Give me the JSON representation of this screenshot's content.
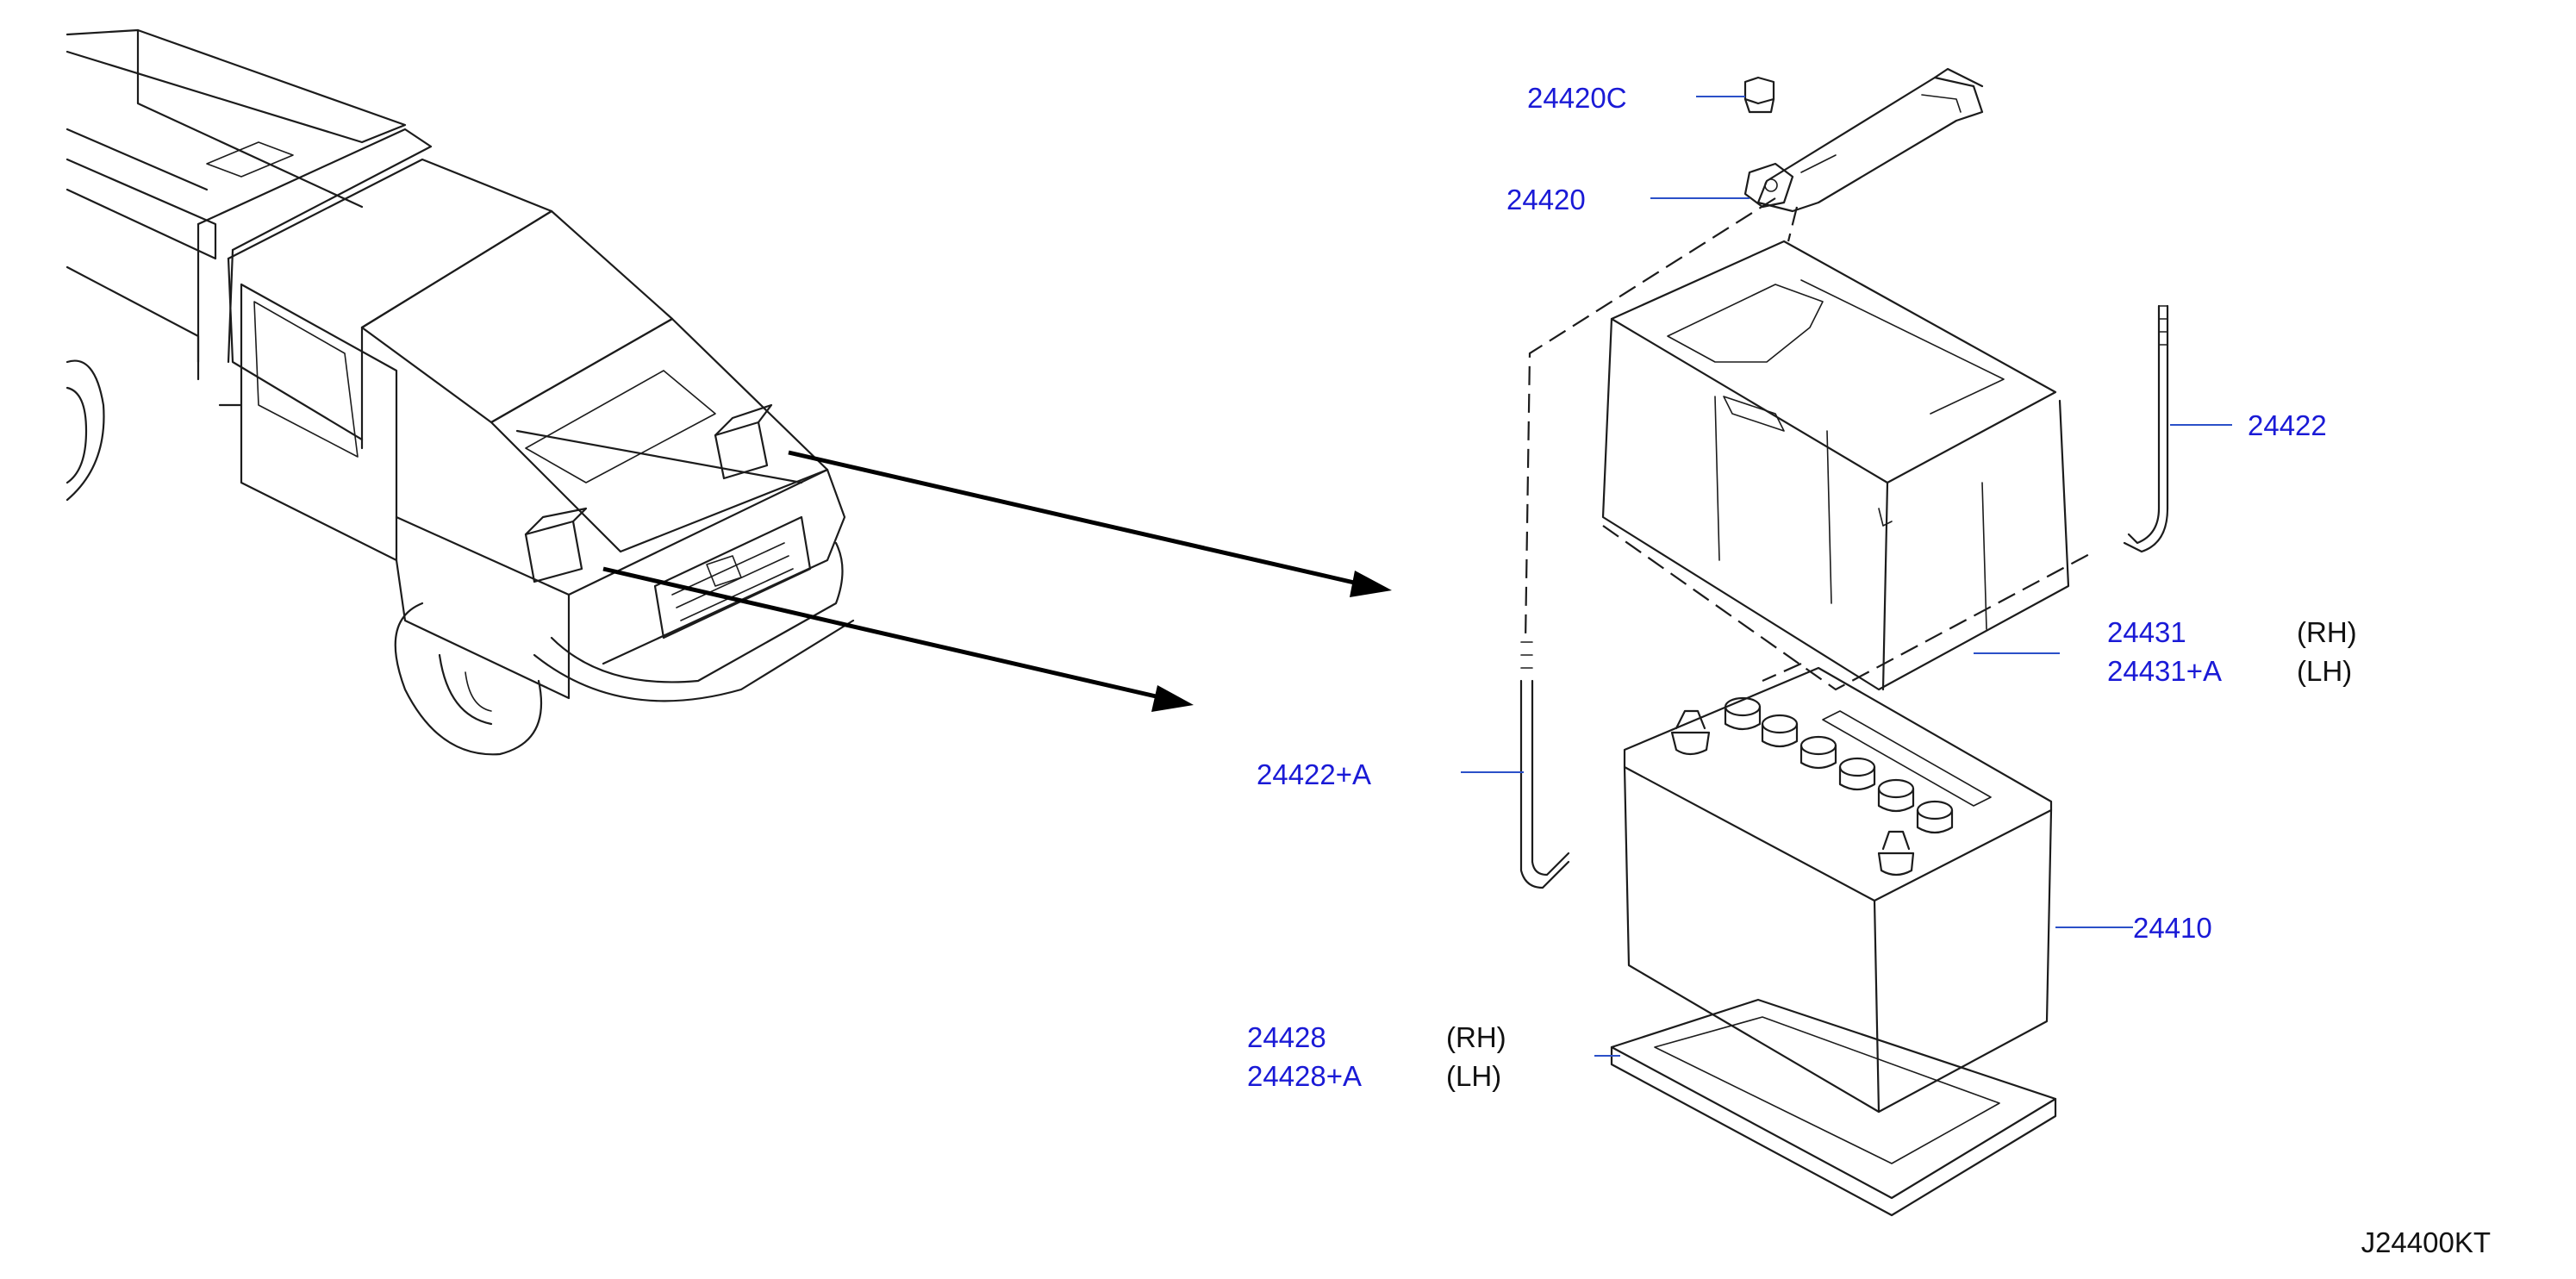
{
  "diagram": {
    "code": "J24400KT",
    "labels": {
      "hold_down_nut": {
        "part_no": "24420C"
      },
      "hold_down_frame": {
        "part_no": "24420"
      },
      "rod_right": {
        "part_no": "24422"
      },
      "tray_rh": {
        "part_no": "24431",
        "side": "(RH)"
      },
      "tray_lh": {
        "part_no": "24431+A",
        "side": "(LH)"
      },
      "rod_left": {
        "part_no": "24422+A"
      },
      "battery": {
        "part_no": "24410"
      },
      "pad_rh": {
        "part_no": "24428",
        "side": "(RH)"
      },
      "pad_lh": {
        "part_no": "24428+A",
        "side": "(LH)"
      }
    },
    "colors": {
      "part_number_text": "#1a1ad6",
      "leader_line": "#2b50c8",
      "line_art": "#1c1c1c"
    }
  }
}
